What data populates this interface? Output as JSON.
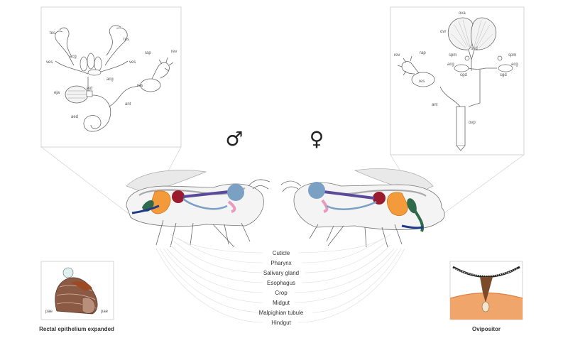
{
  "symbols": {
    "male": "♂",
    "female": "♀"
  },
  "organs": [
    {
      "label": "Cuticle",
      "color": "#aaaaaa"
    },
    {
      "label": "Pharynx",
      "color": "#7aa0c4"
    },
    {
      "label": "Salivary gland",
      "color": "#e89abf"
    },
    {
      "label": "Esophagus",
      "color": "#5b4a9a"
    },
    {
      "label": "Crop",
      "color": "#9b1b2e"
    },
    {
      "label": "Midgut",
      "color": "#f39a3a"
    },
    {
      "label": "Malpighian tubule",
      "color": "#2f6b4a"
    },
    {
      "label": "Hindgut",
      "color": "#1f3b8a"
    }
  ],
  "male_inset": {
    "tes": "tes",
    "ves": "ves",
    "acg": "acg",
    "eja": "eja",
    "ejd": "ejd",
    "aed": "aed",
    "ant": "ant",
    "rap": "rap",
    "rev": "rev",
    "res": "res"
  },
  "female_inset": {
    "ova": "ova",
    "ovr": "ovr",
    "ovd": "ovd",
    "spm": "spm",
    "acg": "acg",
    "cgd": "cgd",
    "rev": "rev",
    "rap": "rap",
    "res": "res",
    "ant": "ant",
    "ovp": "ovp"
  },
  "rectal_inset": {
    "caption": "Rectal epithelium expanded",
    "pae": "pae"
  },
  "ovipositor_inset": {
    "caption": "Ovipositor"
  }
}
